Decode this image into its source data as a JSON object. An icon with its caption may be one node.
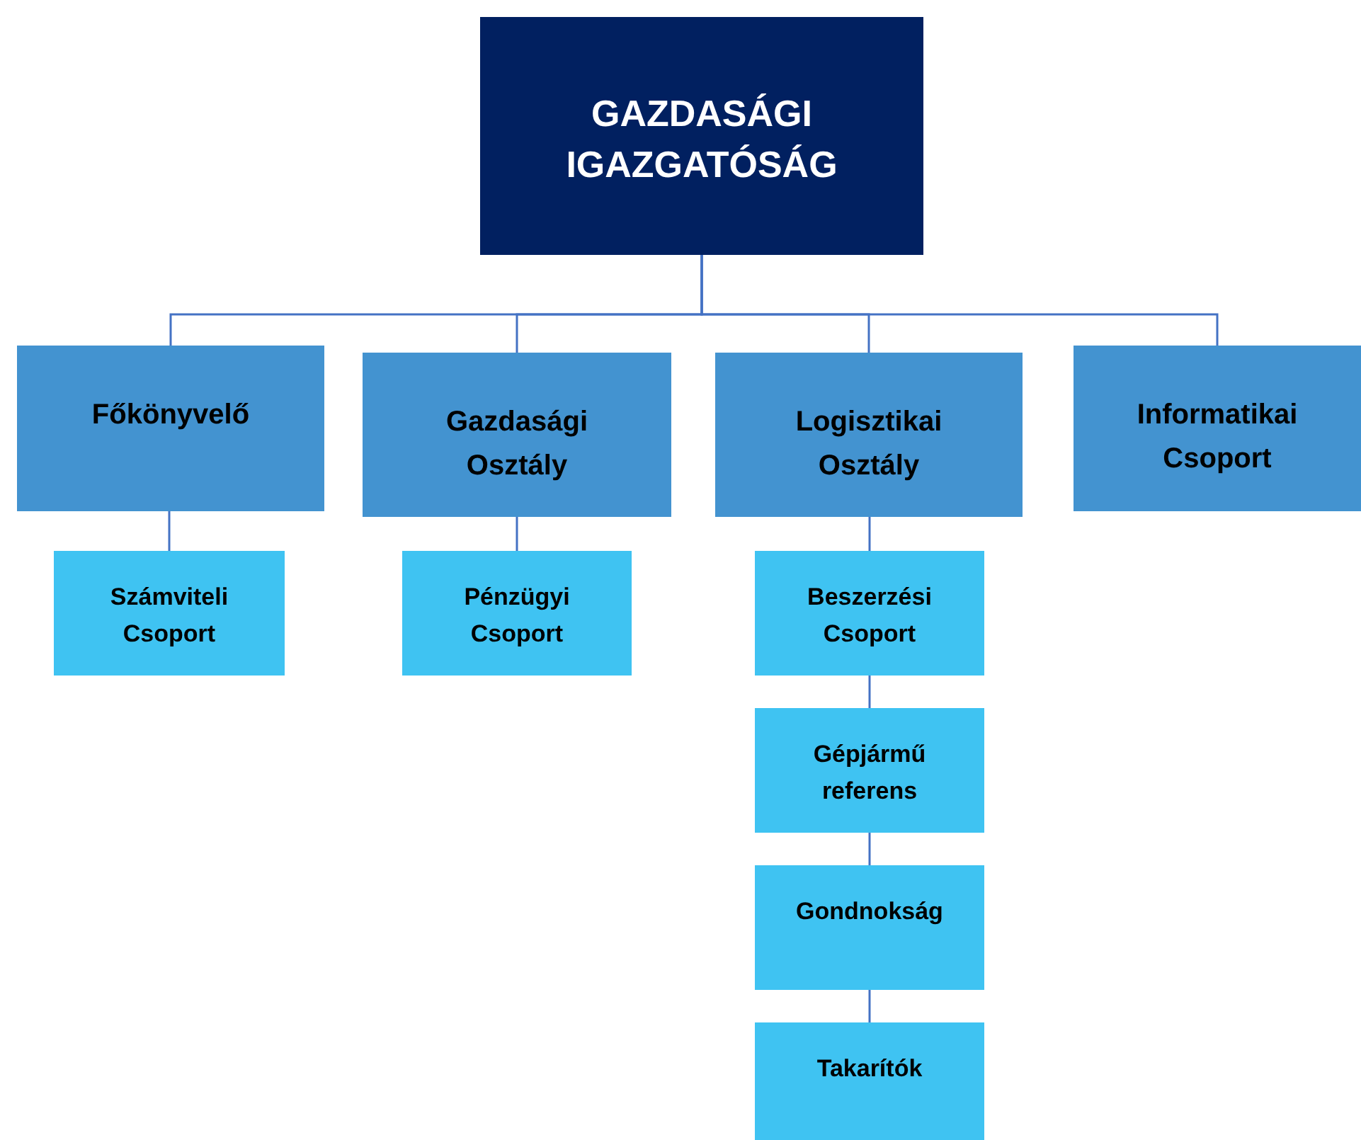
{
  "diagram": {
    "nodes": [
      {
        "text": [
          "GAZDASÁGI IGAZGATÓSÁG"
        ]
      },
      {
        "text": [
          "Főkönyvelő"
        ]
      },
      {
        "text": [
          "Gazdasági Osztály"
        ]
      },
      {
        "text": [
          "Logisztikai Osztály"
        ]
      },
      {
        "text": [
          "Informatikai Csoport"
        ]
      },
      {
        "text": [
          "Számviteli Csoport"
        ]
      },
      {
        "text": [
          "Pénzügyi Csoport"
        ]
      },
      {
        "text": [
          "Beszerzési Csoport"
        ]
      },
      {
        "text": [
          "Gépjármű referens"
        ]
      },
      {
        "text": [
          "Gondnokság"
        ]
      },
      {
        "text": [
          "Takarítók"
        ]
      }
    ],
    "edges": [
      {
        "from": 0,
        "to": 1,
        "arrow": "none"
      },
      {
        "from": 0,
        "to": 2,
        "arrow": "none"
      },
      {
        "from": 0,
        "to": 3,
        "arrow": "none"
      },
      {
        "from": 0,
        "to": 4,
        "arrow": "none"
      },
      {
        "from": 1,
        "to": 5,
        "arrow": "none"
      },
      {
        "from": 2,
        "to": 6,
        "arrow": "none"
      },
      {
        "from": 3,
        "to": 7,
        "arrow": "none"
      },
      {
        "from": 7,
        "to": 8,
        "arrow": "none"
      },
      {
        "from": 8,
        "to": 9,
        "arrow": "none"
      },
      {
        "from": 9,
        "to": 10,
        "arrow": "none"
      }
    ]
  }
}
